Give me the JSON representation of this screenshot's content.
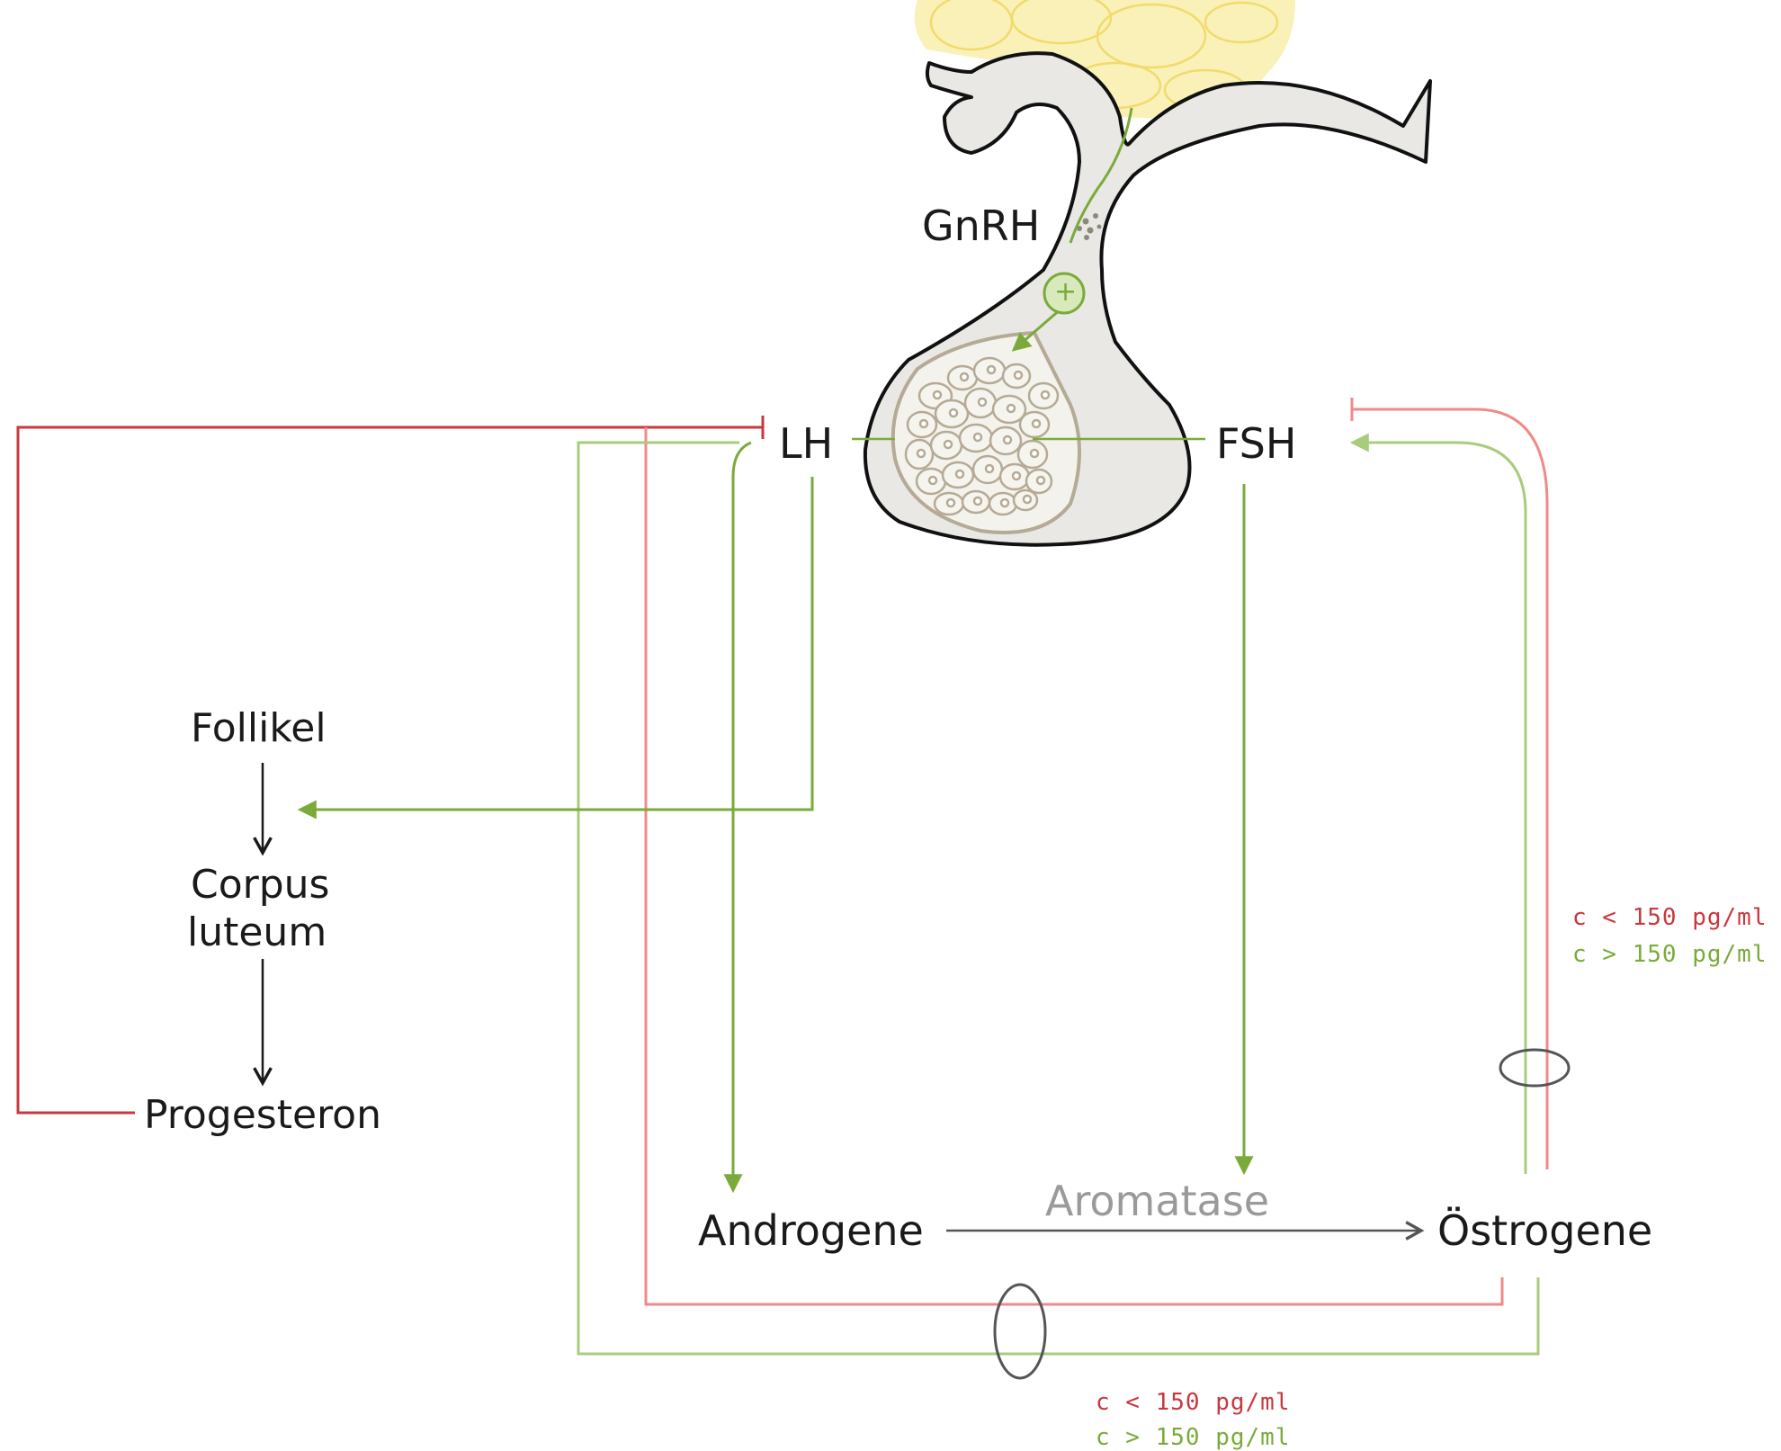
{
  "labels": {
    "gnrh": "GnRH",
    "lh": "LH",
    "fsh": "FSH",
    "follikel": "Follikel",
    "corpus": "Corpus",
    "luteum": "luteum",
    "progesteron": "Progesteron",
    "androgene": "Androgene",
    "aromatase": "Aromatase",
    "oestrogene": "Östrogene",
    "plus": "+"
  },
  "conditions": {
    "right_low": "c < 150 pg/ml",
    "right_high": "c > 150 pg/ml",
    "bottom_low": "c < 150 pg/ml",
    "bottom_high": "c > 150 pg/ml"
  },
  "colors": {
    "inhibit_dark": "#c9383e",
    "inhibit_light": "#f08a8a",
    "stimulate_dark": "#7aab3a",
    "stimulate_light": "#a9cc7c",
    "pituitary_fill": "#e9e8e4",
    "cells": "#b5aa95",
    "hypothalamus": "#f3e27a",
    "neutral_arrow": "#555555",
    "aromatase_text": "#9a9a9a"
  }
}
